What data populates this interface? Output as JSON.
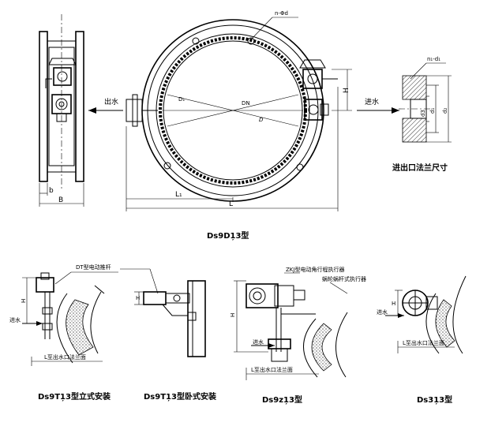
{
  "labels": {
    "nd": "n-Φd",
    "n1d1": "n₁-d₁",
    "water_out": "出水",
    "water_in": "进水",
    "H": "H",
    "D1": "D₁",
    "DN": "DN",
    "D": "D",
    "b": "b",
    "B": "B",
    "L1": "L₁",
    "L": "L",
    "dim_d1": "d₁",
    "dim_d2": "d₂",
    "dim_d3": "d3",
    "flange_title": "进出口法兰尺寸",
    "main_caption": "Ds9D1̦3型",
    "dt_pushrod": "DT型电动推杆",
    "zkj": "ZKJ型电动角行程执行器",
    "worm": "蜗轮蜗杆式执行器",
    "l_flange": "L至出水口法兰面",
    "cap_t_vertical": "Ds9T1̦3型立式安装",
    "cap_t_horizontal": "Ds9T1̦3型卧式安装",
    "cap_z": "Ds9z1̦3型",
    "cap_31": "Ds31̦3型"
  }
}
